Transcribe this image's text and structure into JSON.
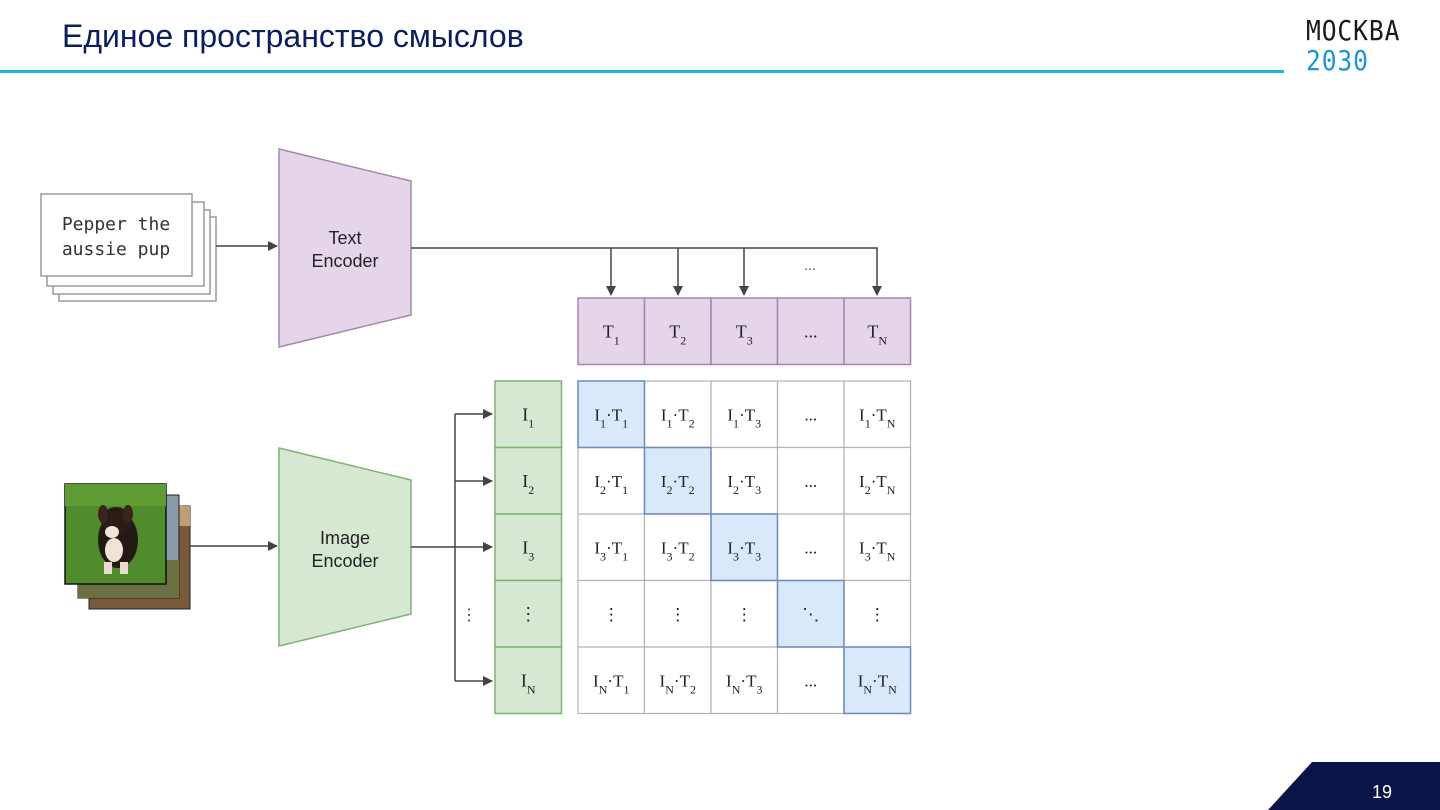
{
  "slide": {
    "title": "Единое пространство смыслов",
    "page_number": "19",
    "logo": {
      "line1": "МОСКВА",
      "line2": "2030",
      "colors": {
        "line1": "#1a1a1a",
        "line2": "#1e96d6"
      }
    }
  },
  "diagram": {
    "text_input": {
      "line1": "Pepper the",
      "line2": "aussie pup"
    },
    "text_encoder": {
      "line1": "Text",
      "line2": "Encoder"
    },
    "image_encoder": {
      "line1": "Image",
      "line2": "Encoder"
    },
    "text_tokens": [
      {
        "base": "T",
        "sub": "1"
      },
      {
        "base": "T",
        "sub": "2"
      },
      {
        "base": "T",
        "sub": "3"
      },
      {
        "base": "...",
        "sub": ""
      },
      {
        "base": "T",
        "sub": "N"
      }
    ],
    "image_tokens": [
      {
        "base": "I",
        "sub": "1"
      },
      {
        "base": "I",
        "sub": "2"
      },
      {
        "base": "I",
        "sub": "3"
      },
      {
        "base": "⋮",
        "sub": ""
      },
      {
        "base": "I",
        "sub": "N"
      }
    ],
    "arrow_ellipsis": "...",
    "side_ellipsis": "⋮",
    "colors": {
      "text_branch_fill": "#e5d5e8",
      "text_branch_stroke": "#a487b0",
      "image_branch_fill": "#d7e8d2",
      "image_branch_stroke": "#7fb274",
      "diagonal_fill": "#dae8fc",
      "diagonal_stroke": "#6c8ebf",
      "grid_stroke": "#b3b3b3",
      "arrow": "#444444",
      "title_rule": "#19b5e5",
      "page_corner": "#0b1447"
    }
  }
}
